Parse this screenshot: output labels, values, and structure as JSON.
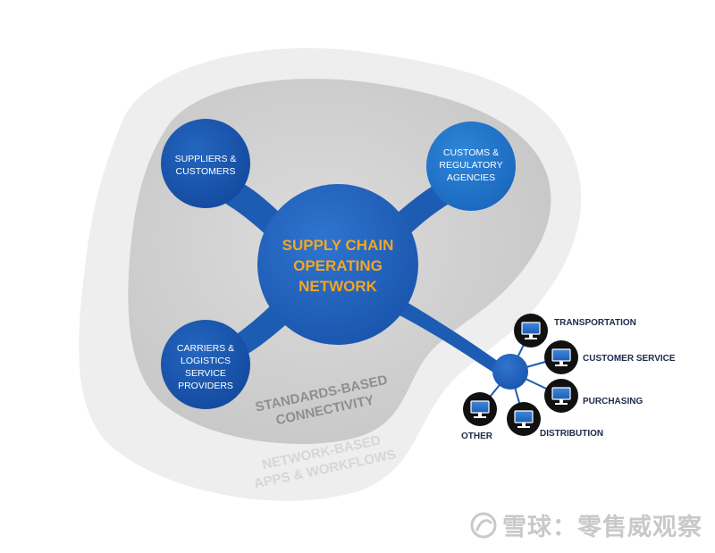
{
  "hub": {
    "line1": "SUPPLY CHAIN",
    "line2": "OPERATING",
    "line3": "NETWORK"
  },
  "satellites": {
    "suppliers": {
      "line1": "SUPPLIERS &",
      "line2": "CUSTOMERS"
    },
    "customs": {
      "line1": "CUSTOMS &",
      "line2": "REGULATORY",
      "line3": "AGENCIES"
    },
    "carriers": {
      "line1": "CARRIERS &",
      "line2": "LOGISTICS",
      "line3": "SERVICE",
      "line4": "PROVIDERS"
    }
  },
  "layers": {
    "inner": {
      "line1": "STANDARDS-BASED",
      "line2": "CONNECTIVITY"
    },
    "outer": {
      "line1": "NETWORK-BASED",
      "line2": "APPS & WORKFLOWS"
    }
  },
  "endpoints": {
    "transportation": "TRANSPORTATION",
    "customer_service": "CUSTOMER SERVICE",
    "purchasing": "PURCHASING",
    "distribution": "DISTRIBUTION",
    "other": "OTHER"
  },
  "watermark": {
    "text": "雪球：零售威观察",
    "logo_icon": "snowball-logo-icon"
  },
  "colors": {
    "hub_blue": "#1f5fb8",
    "hub_text": "#f6a623",
    "satellite_blue": "#1753a8",
    "customs_blue": "#1d74c9",
    "endpoint_label": "#1c2a4a",
    "outer_blob": "#ececec",
    "inner_blob": "#d2d2d2",
    "layer_text": "#8e8e8e",
    "outer_layer_text": "#d9d9d9",
    "watermark": "#c9c9c9"
  }
}
